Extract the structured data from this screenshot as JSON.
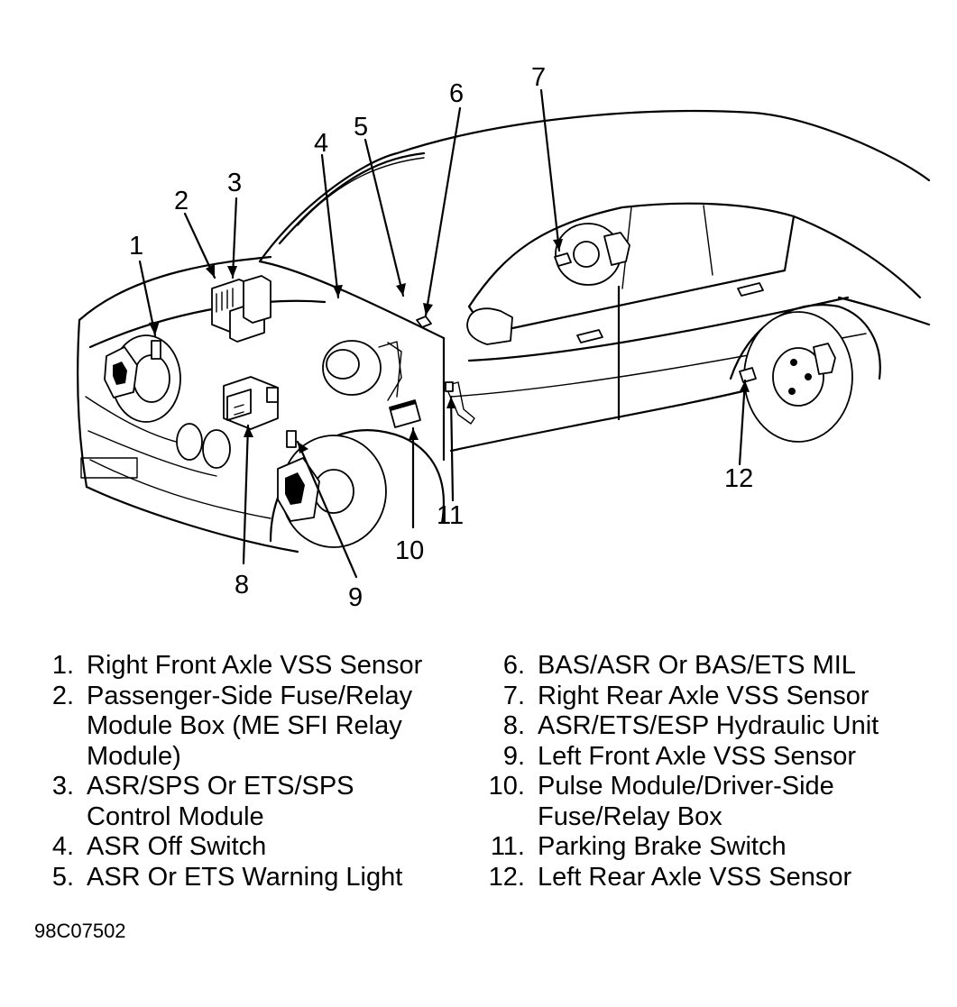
{
  "figure_code": "98C07502",
  "callouts": [
    "1",
    "2",
    "3",
    "4",
    "5",
    "6",
    "7",
    "8",
    "9",
    "10",
    "11",
    "12"
  ],
  "legend": {
    "left": [
      {
        "num": "1.",
        "lines": [
          "Right Front Axle VSS Sensor"
        ]
      },
      {
        "num": "2.",
        "lines": [
          "Passenger-Side Fuse/Relay",
          "Module Box (ME SFI Relay",
          "Module)"
        ]
      },
      {
        "num": "3.",
        "lines": [
          "ASR/SPS Or ETS/SPS",
          "Control Module"
        ]
      },
      {
        "num": "4.",
        "lines": [
          "ASR Off Switch"
        ]
      },
      {
        "num": "5.",
        "lines": [
          "ASR Or ETS Warning Light"
        ]
      }
    ],
    "right": [
      {
        "num": "6.",
        "lines": [
          "BAS/ASR Or BAS/ETS MIL"
        ]
      },
      {
        "num": "7.",
        "lines": [
          "Right Rear Axle VSS Sensor"
        ]
      },
      {
        "num": "8.",
        "lines": [
          "ASR/ETS/ESP Hydraulic Unit"
        ]
      },
      {
        "num": "9.",
        "lines": [
          "Left Front Axle VSS Sensor"
        ]
      },
      {
        "num": "10.",
        "lines": [
          "Pulse Module/Driver-Side",
          "Fuse/Relay Box"
        ]
      },
      {
        "num": "11.",
        "lines": [
          "Parking Brake Switch"
        ]
      },
      {
        "num": "12.",
        "lines": [
          "Left Rear Axle VSS Sensor"
        ]
      }
    ]
  }
}
